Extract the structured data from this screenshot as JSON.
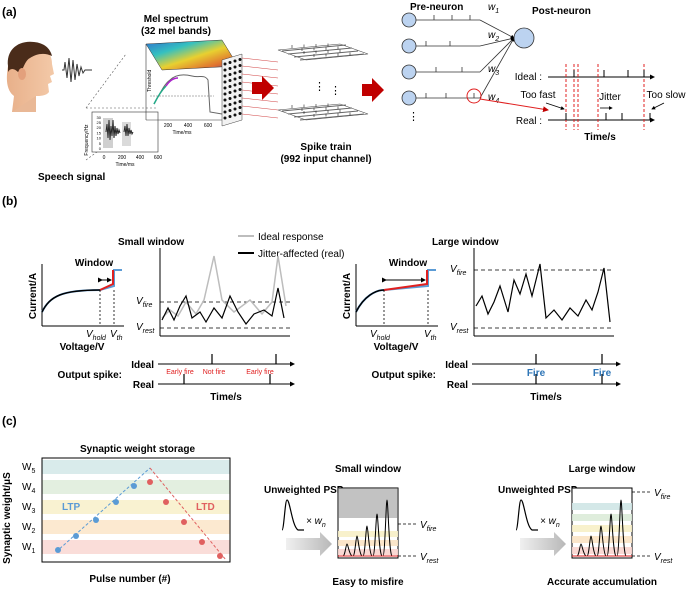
{
  "panel_a": {
    "label": "(a)",
    "mel_title_1": "Mel spectrum",
    "mel_title_2": "(32 mel bands)",
    "speech_label": "Speech signal",
    "spect_ylabel": "Frequency/Hz",
    "spect_xlabel": "Time/ms",
    "spect_xticks": [
      "0",
      "200",
      "400",
      "600"
    ],
    "spect_yticks": [
      "0",
      "5",
      "10",
      "15",
      "20",
      "25",
      "30"
    ],
    "mel_xlabel": "Time/ms",
    "mel_xticks": [
      "200",
      "400",
      "600"
    ],
    "threshold_label": "Threshold",
    "spike_train_1": "Spike train",
    "spike_train_2": "(992 input channel)",
    "pre_neuron": "Pre-neuron",
    "post_neuron": "Post-neuron",
    "weights": [
      "w",
      "w",
      "w",
      "w"
    ],
    "weight_subs": [
      "1",
      "2",
      "3",
      "4"
    ],
    "ideal_label": "Ideal :",
    "real_label": "Real :",
    "too_fast": "Too fast",
    "jitter": "Jitter",
    "too_slow": "Too slow",
    "time_label": "Time/s"
  },
  "panel_b": {
    "label": "(b)",
    "small_window_title": "Small window",
    "large_window_title": "Large window",
    "legend_ideal": "Ideal response",
    "legend_real": "Jitter-affected (real)",
    "window_label": "Window",
    "current_label": "Current/A",
    "voltage_label": "Voltage/V",
    "v_hold": "V",
    "v_hold_sub": "hold",
    "v_th": "V",
    "v_th_sub": "th",
    "v_fire": "V",
    "v_fire_sub": "fire",
    "v_rest": "V",
    "v_rest_sub": "rest",
    "output_spike": "Output spike:",
    "ideal": "Ideal",
    "real": "Real",
    "time_label": "Time/s",
    "early_fire": "Early fire",
    "not_fire": "Not fire",
    "fire": "Fire",
    "colors": {
      "ideal_gray": "#bdbdbd",
      "real_black": "#000000",
      "red": "#e02020",
      "blue": "#2e75b6"
    }
  },
  "panel_c": {
    "label": "(c)",
    "storage_title": "Synaptic weight storage",
    "weight_axis": "Synaptic weight/μS",
    "pulse_axis": "Pulse number (#)",
    "weight_levels": [
      "W",
      "W",
      "W",
      "W",
      "W"
    ],
    "weight_subs": [
      "1",
      "2",
      "3",
      "4",
      "5"
    ],
    "ltp": "LTP",
    "ltd": "LTD",
    "unweighted_psp": "Unweighted PSP",
    "times": "× w",
    "times_sub": "n",
    "small_window": "Small window",
    "large_window": "Large window",
    "easy_misfire": "Easy to misfire",
    "accurate": "Accurate accumulation",
    "v": "V",
    "fire_sub": "fire",
    "rest_sub": "rest",
    "band_colors": [
      "#f9d5cf",
      "#fbe3c4",
      "#f7efc6",
      "#dcebd8",
      "#cfe6e6"
    ],
    "ltp_color": "#5b9bd5",
    "ltd_color": "#e06060"
  }
}
